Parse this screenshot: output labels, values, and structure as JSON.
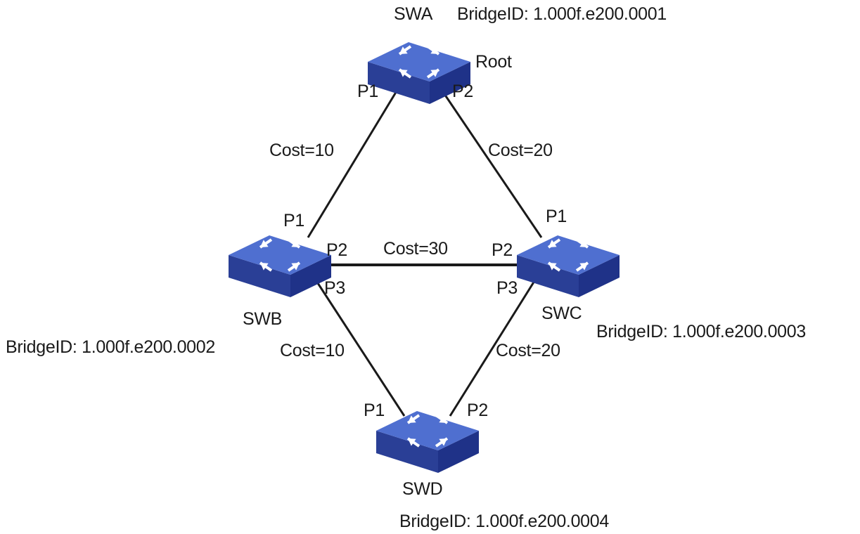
{
  "switches": {
    "swa": {
      "name": "SWA",
      "bridge_id": "BridgeID: 1.000f.e200.0001",
      "role": "Root"
    },
    "swb": {
      "name": "SWB",
      "bridge_id": "BridgeID: 1.000f.e200.0002"
    },
    "swc": {
      "name": "SWC",
      "bridge_id": "BridgeID: 1.000f.e200.0003"
    },
    "swd": {
      "name": "SWD",
      "bridge_id": "BridgeID: 1.000f.e200.0004"
    }
  },
  "links": {
    "swa_swb": {
      "cost": "Cost=10",
      "port_a": "P1",
      "port_b": "P1"
    },
    "swa_swc": {
      "cost": "Cost=20",
      "port_a": "P2",
      "port_b": "P1"
    },
    "swb_swc": {
      "cost": "Cost=30",
      "port_a": "P2",
      "port_b": "P2"
    },
    "swb_swd": {
      "cost": "Cost=10",
      "port_a": "P3",
      "port_b": "P1"
    },
    "swc_swd": {
      "cost": "Cost=20",
      "port_a": "P3",
      "port_b": "P2"
    }
  },
  "colors": {
    "switch_top": "#4f6fd0",
    "switch_side": "#2a3f96",
    "switch_front": "#1f3288",
    "arrow": "#ffffff",
    "link": "#1a1a1a"
  }
}
